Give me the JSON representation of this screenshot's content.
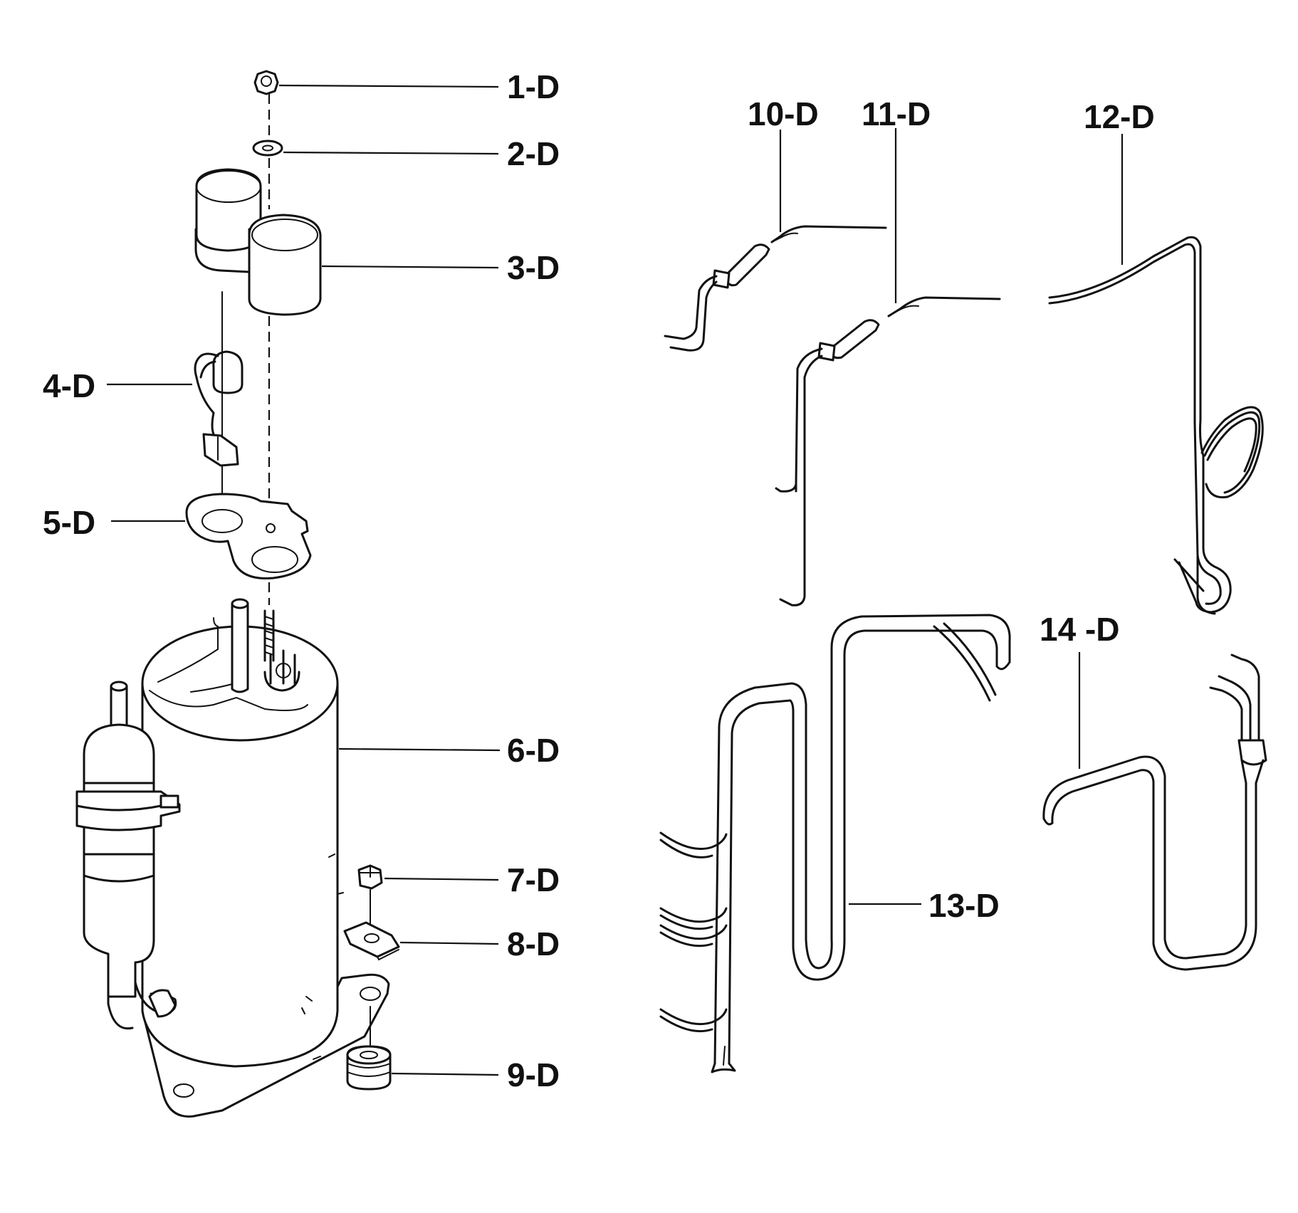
{
  "labels": {
    "p1": "1-D",
    "p2": "2-D",
    "p3": "3-D",
    "p4": "4-D",
    "p5": "5-D",
    "p6": "6-D",
    "p7": "7-D",
    "p8": "8-D",
    "p9": "9-D",
    "p10": "10-D",
    "p11": "11-D",
    "p12": "12-D",
    "p13": "13-D",
    "p14": "14 -D"
  }
}
